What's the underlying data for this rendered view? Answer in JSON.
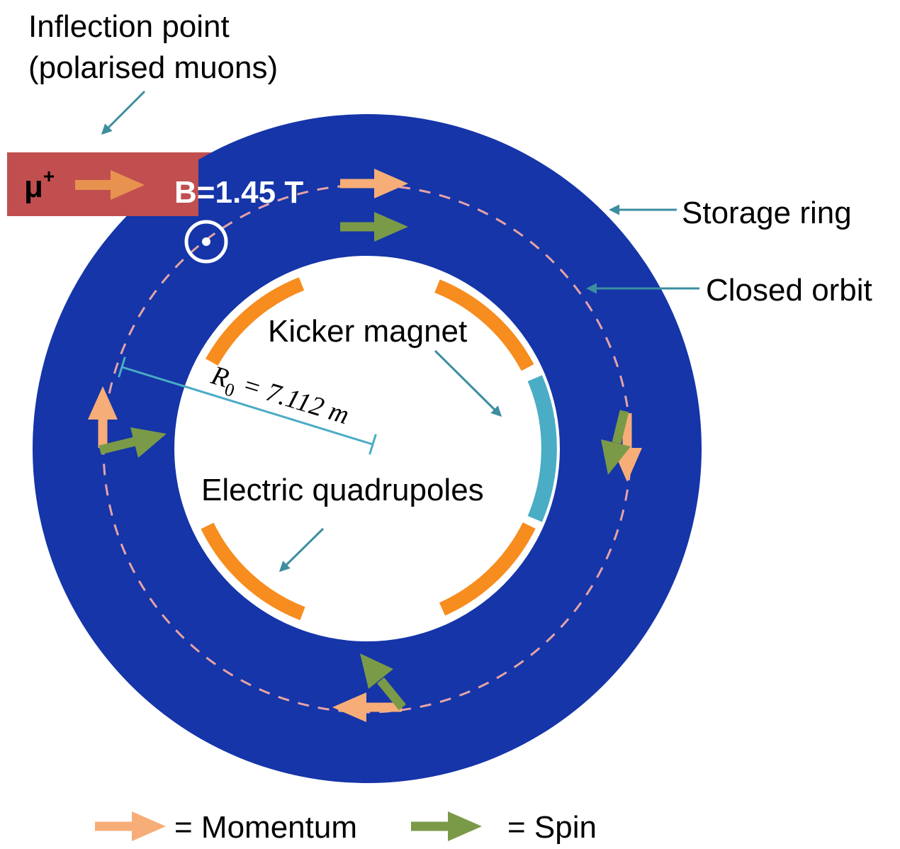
{
  "labels": {
    "inflection_line1": "Inflection point",
    "inflection_line2": "(polarised muons)",
    "muon_symbol": "μ",
    "muon_charge": "+",
    "field": "B=1.45 T",
    "storage_ring": "Storage ring",
    "closed_orbit": "Closed orbit",
    "kicker_magnet": "Kicker magnet",
    "electric_quadrupoles": "Electric quadrupoles",
    "radius_symbol": "R",
    "radius_subscript": "0",
    "radius_value": " = 7.112 m"
  },
  "legend": {
    "momentum_label": "= Momentum",
    "spin_label": "= Spin"
  },
  "colors": {
    "ring": "#1535a8",
    "inner": "#ffffff",
    "injection_beam": "#c24f50",
    "quadrupole": "#f78c1f",
    "kicker": "#4aacc5",
    "momentum_arrow": "#f7ad78",
    "spin_arrow": "#7a9a48",
    "pointer": "#3c8ea0",
    "orbit_dash": "#e7a3a6"
  },
  "icons": {
    "field_direction": "field-out-of-page-icon"
  }
}
